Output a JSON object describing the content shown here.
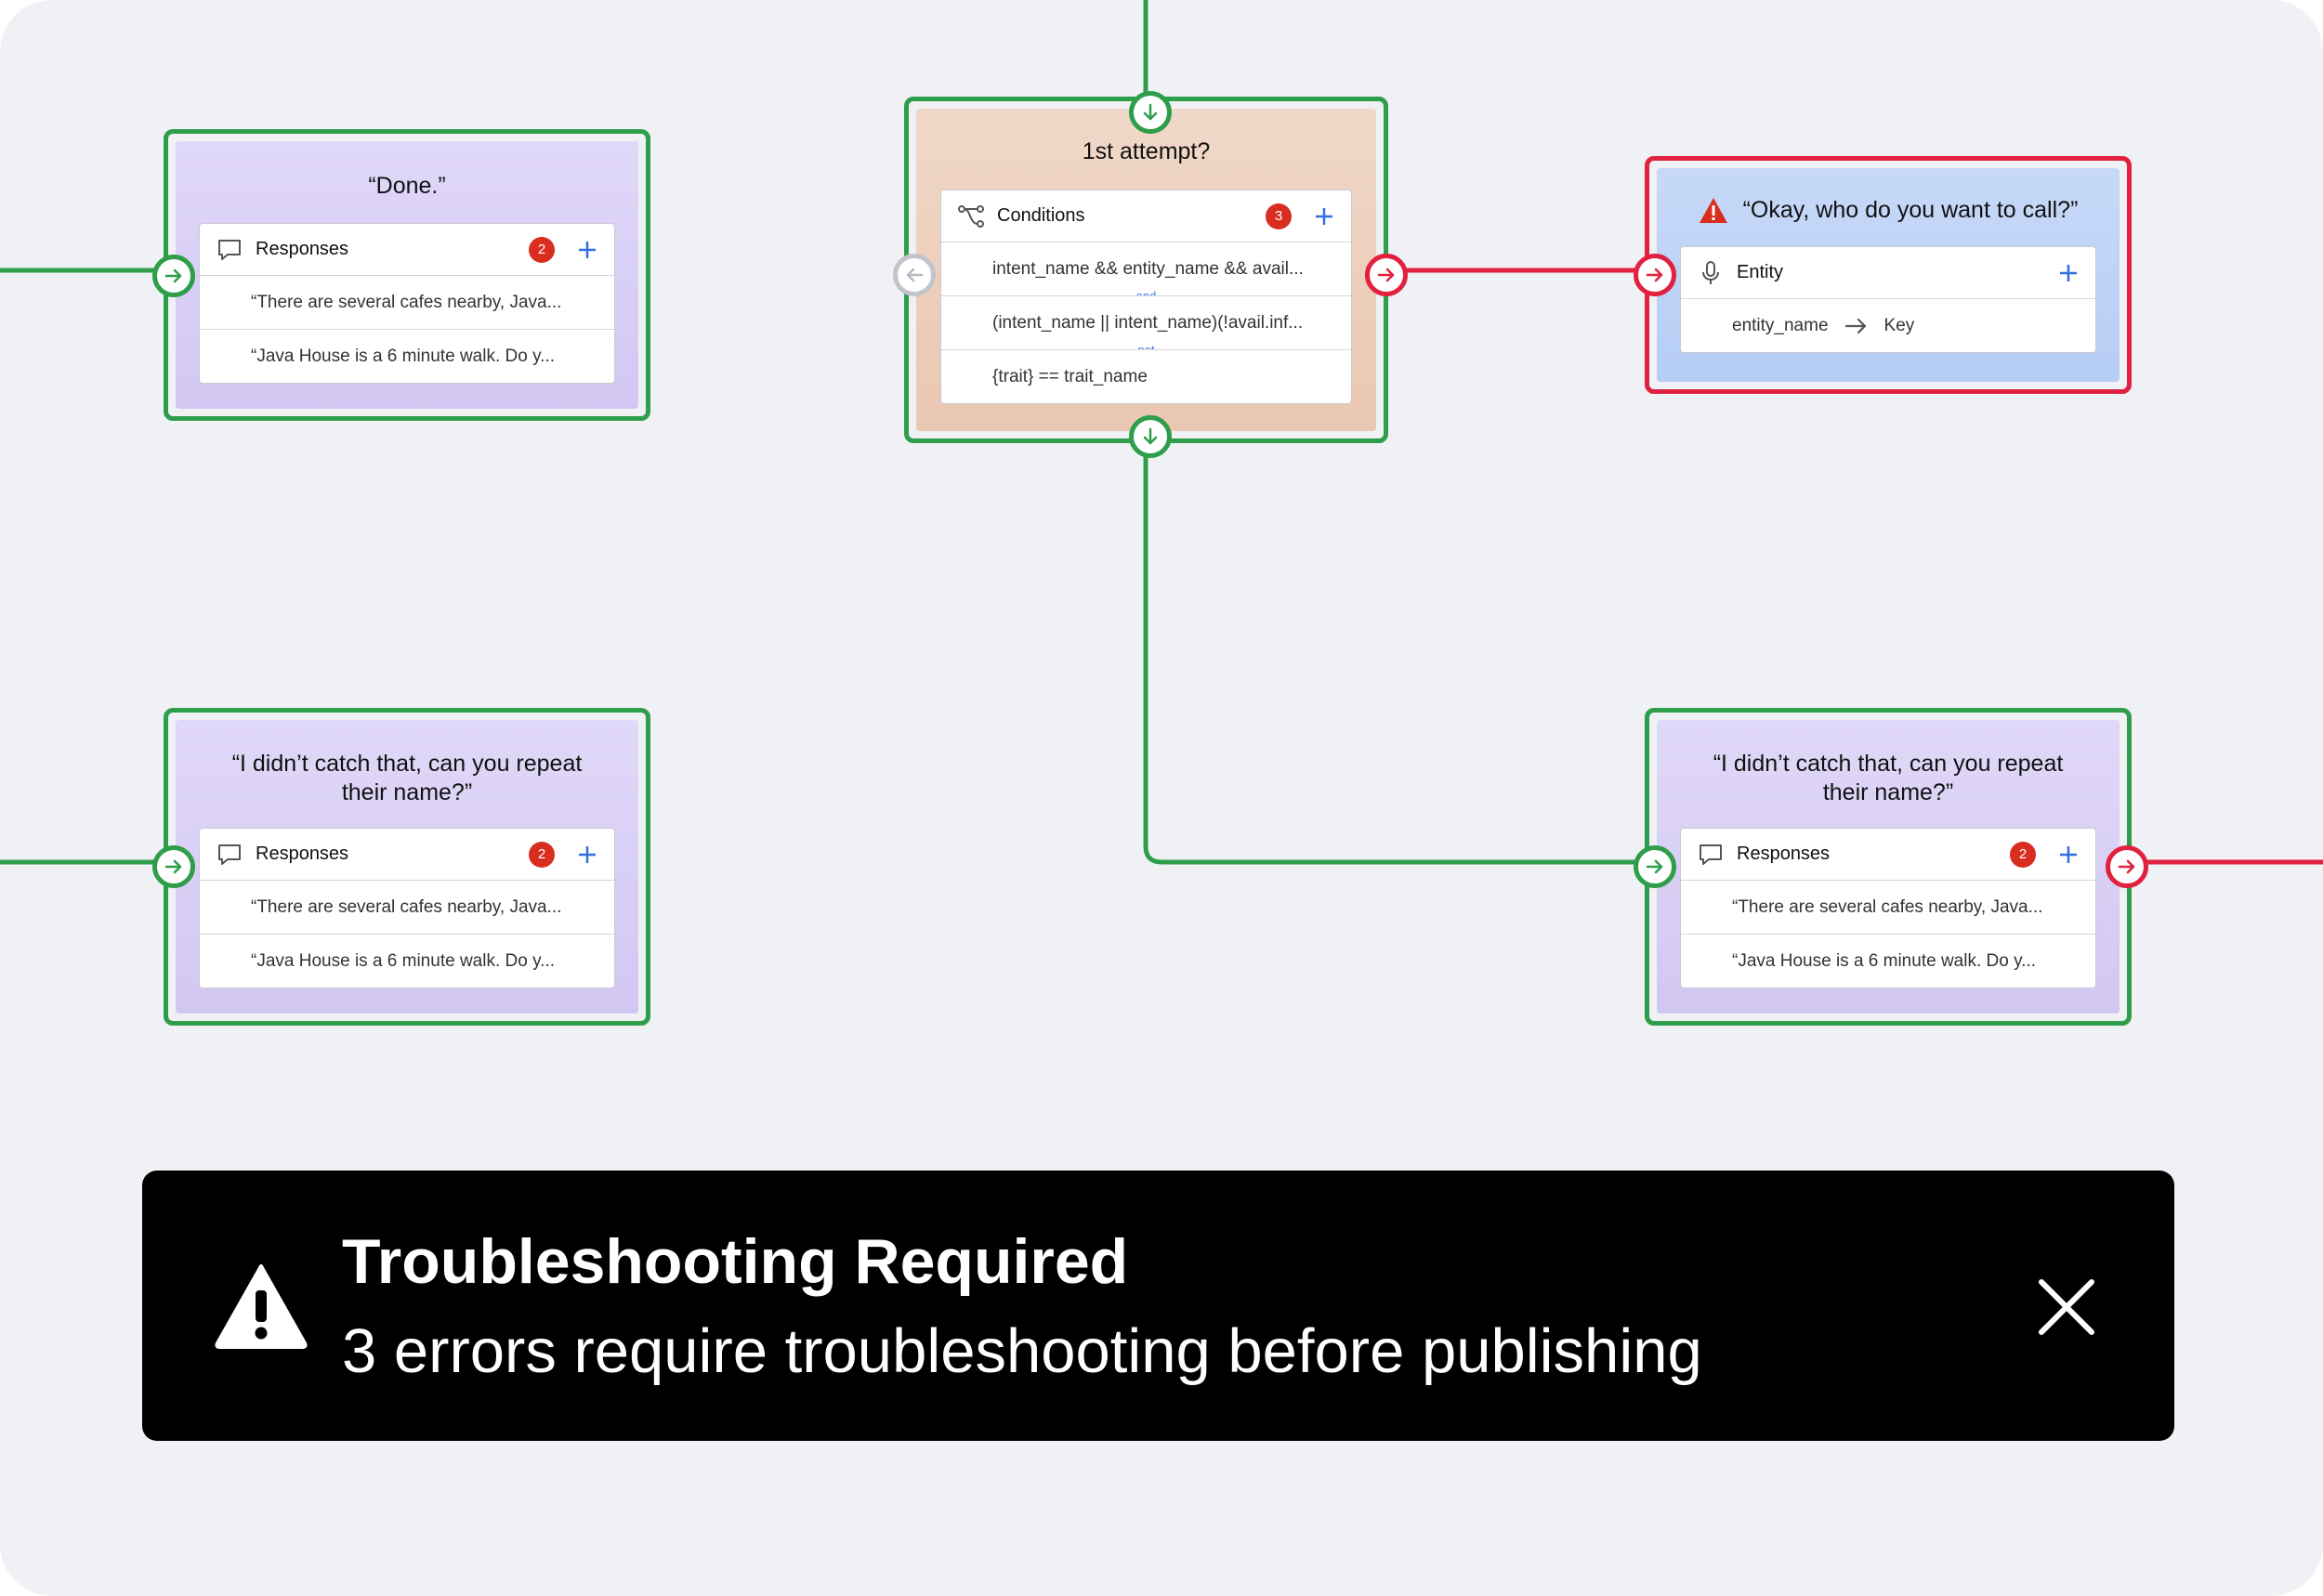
{
  "colors": {
    "canvas_bg": "#f0f1f5",
    "ok_green": "#2e9e4a",
    "error_red": "#e1213f",
    "badge_red": "#d92d20",
    "operator_blue": "#3d79e6"
  },
  "nodes": {
    "done": {
      "title": "“Done.”",
      "card_label": "Responses",
      "badge": "2",
      "rows": [
        "“There are several cafes nearby, Java...",
        "“Java House is a 6 minute walk. Do y..."
      ]
    },
    "first_attempt": {
      "title": "1st attempt?",
      "card_label": "Conditions",
      "badge": "3",
      "rows": [
        "intent_name && entity_name && avail...",
        "(intent_name || intent_name)(!avail.inf...",
        "{trait} == trait_name"
      ],
      "operators": [
        "and",
        "not"
      ]
    },
    "who_to_call": {
      "title": "“Okay, who do you want to call?”",
      "card_label": "Entity",
      "mapping": {
        "from": "entity_name",
        "to": "Key"
      }
    },
    "repeat_left": {
      "title": "“I didn’t catch that, can you repeat their name?”",
      "card_label": "Responses",
      "badge": "2",
      "rows": [
        "“There are several cafes nearby, Java...",
        "“Java House is a 6 minute walk. Do y..."
      ]
    },
    "repeat_right": {
      "title": "“I didn’t catch that, can you repeat their name?”",
      "card_label": "Responses",
      "badge": "2",
      "rows": [
        "“There are several cafes nearby, Java...",
        "“Java House is a 6 minute walk. Do y..."
      ]
    }
  },
  "icons": [
    "chat-bubble-icon",
    "branch-icon",
    "microphone-icon",
    "plus-icon",
    "arrow-right-icon",
    "arrow-down-icon",
    "arrow-left-icon",
    "warning-icon",
    "close-icon"
  ],
  "toast": {
    "title": "Troubleshooting Required",
    "message": "3 errors require troubleshooting before publishing"
  }
}
